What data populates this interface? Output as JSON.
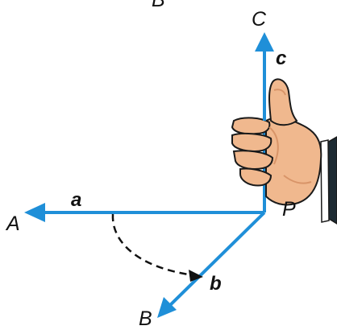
{
  "labels": {
    "top_cut": "B",
    "point_c": "C",
    "vector_c": "c",
    "point_a": "A",
    "vector_a": "a",
    "point_p": "P",
    "vector_b": "b",
    "point_b": "B"
  },
  "colors": {
    "vector_blue": "#1f8fd8",
    "skin": "#f0b88e",
    "skin_shadow": "#d89468",
    "outline": "#1a1a1a",
    "sleeve": "#1d2b33",
    "cuff": "#ffffff",
    "text": "#111111"
  },
  "icons": {
    "hand": "thumbs-up-right-hand-icon"
  }
}
